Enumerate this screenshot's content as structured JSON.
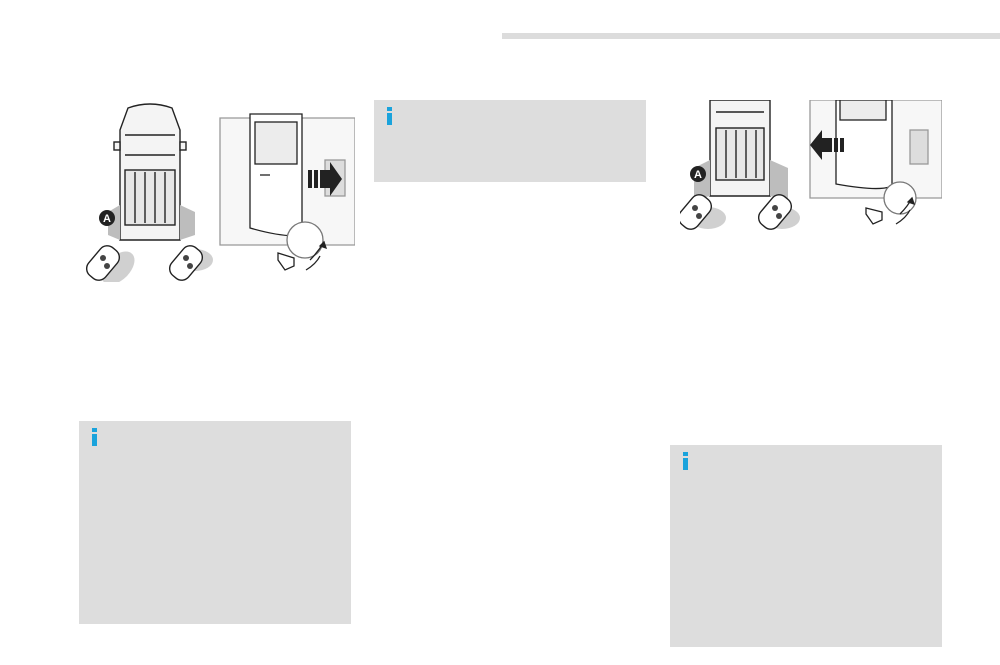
{
  "page": {
    "callout_label": "A",
    "accent_color": "#1aa3dc",
    "note_box_color": "#dddddd",
    "header_rule_color": "#dcdcdc"
  },
  "illustrations": [
    {
      "id": "open-side-door",
      "label": "A",
      "icons": [
        "van-top-view",
        "key-fob-left",
        "key-fob-right",
        "sliding-door-open",
        "arrow-right",
        "foot-gesture"
      ]
    },
    {
      "id": "close-side-door",
      "label": "A",
      "icons": [
        "van-top-view",
        "key-fob-left",
        "key-fob-right",
        "sliding-door-close",
        "arrow-left",
        "foot-gesture"
      ]
    }
  ],
  "info_boxes": [
    {
      "id": "info-box-1",
      "icon": "info-icon"
    },
    {
      "id": "info-box-2",
      "icon": "info-icon"
    },
    {
      "id": "info-box-3",
      "icon": "info-icon"
    }
  ]
}
